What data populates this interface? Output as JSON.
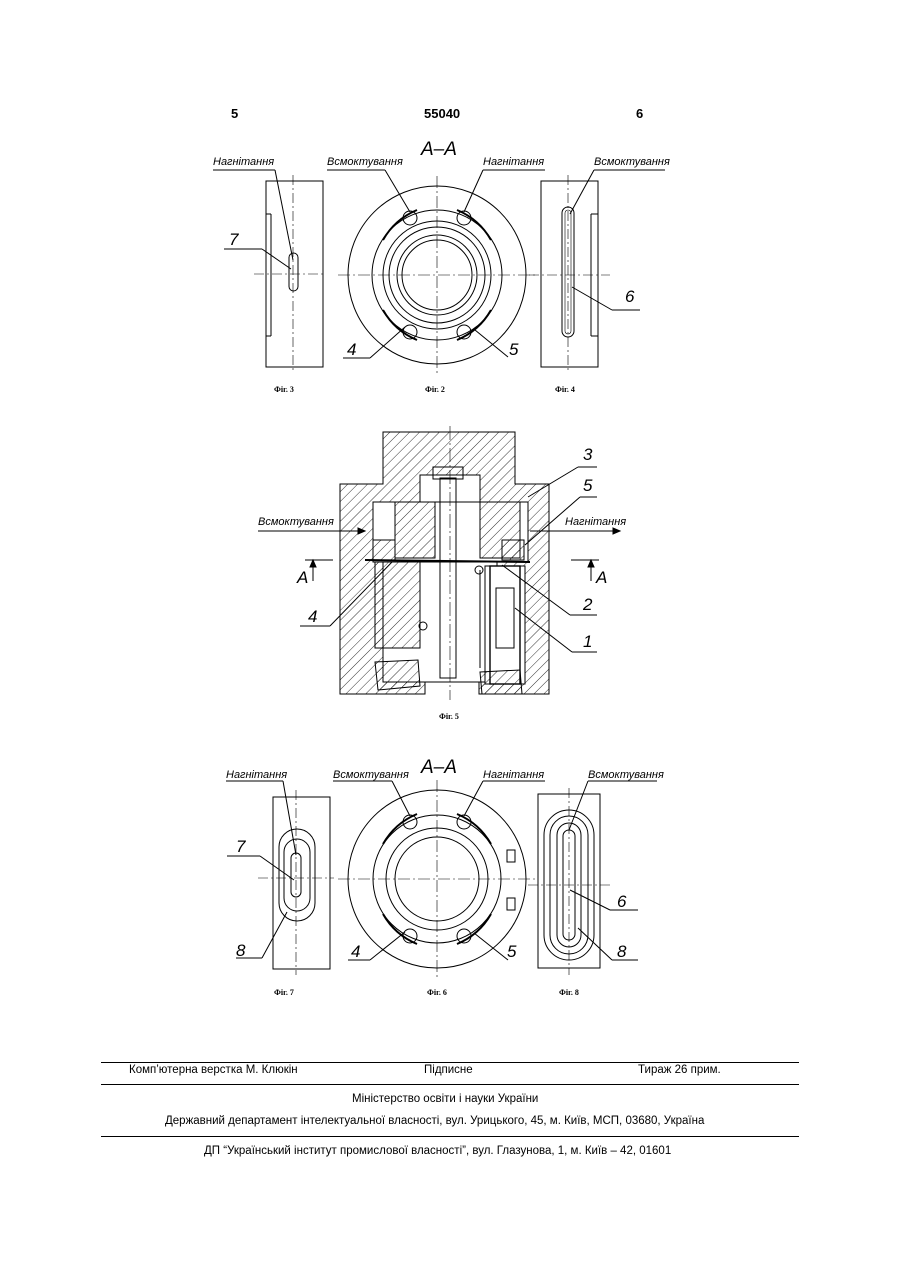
{
  "header": {
    "page_left": "5",
    "patent_number": "55040",
    "page_right": "6"
  },
  "top_row": {
    "section_label": "А–А",
    "fig3": {
      "caption": "Фіг. 3",
      "label_top": "Нагнітання",
      "part_7": "7"
    },
    "fig2": {
      "caption": "Фіг. 2",
      "label_suction": "Всмоктування",
      "label_discharge": "Нагнітання",
      "part_4": "4",
      "part_5": "5"
    },
    "fig4": {
      "caption": "Фіг. 4",
      "label_top": "Всмоктування",
      "part_6": "6"
    }
  },
  "middle": {
    "fig5": {
      "caption": "Фіг. 5",
      "label_suction": "Всмоктування",
      "label_discharge": "Нагнітання",
      "part_1": "1",
      "part_2": "2",
      "part_3": "3",
      "part_4": "4",
      "part_5": "5",
      "section_mark_left": "А",
      "section_mark_right": "А"
    }
  },
  "bottom_row": {
    "section_label": "А–А",
    "fig7": {
      "caption": "Фіг. 7",
      "label_top": "Нагнітання",
      "part_7": "7",
      "part_8": "8"
    },
    "fig6": {
      "caption": "Фіг. 6",
      "label_suction": "Всмоктування",
      "label_discharge": "Нагнітання",
      "part_4": "4",
      "part_5": "5"
    },
    "fig8": {
      "caption": "Фіг. 8",
      "label_top": "Всмоктування",
      "part_6": "6",
      "part_8": "8"
    }
  },
  "footer": {
    "layout": "Комп’ютерна верстка М. Клюкін",
    "signed": "Підписне",
    "circulation": "Тираж 26 прим.",
    "ministry": "Міністерство освіти і науки України",
    "department": "Державний департамент інтелектуальної власності, вул. Урицького, 45, м. Київ, МСП, 03680, Україна",
    "institute": "ДП “Український інститут промислової власності”, вул. Глазунова, 1, м. Київ – 42, 01601"
  }
}
